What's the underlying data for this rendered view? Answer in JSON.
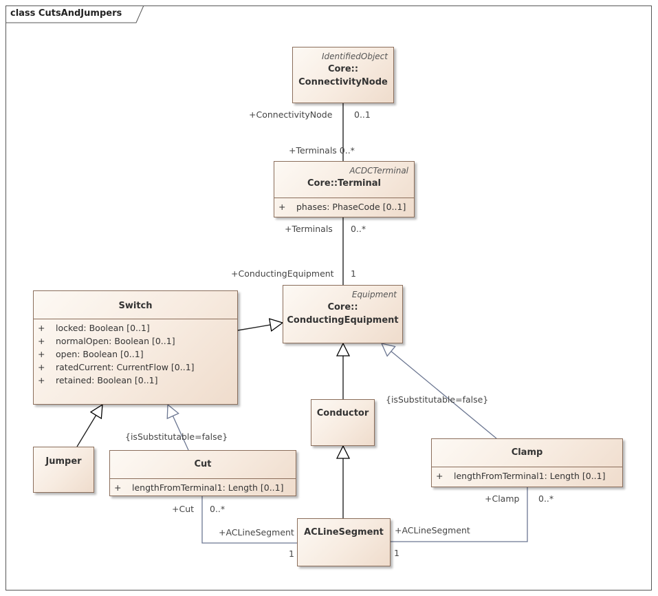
{
  "diagram": {
    "title": "class CutsAndJumpers"
  },
  "classes": {
    "connectivity_node": {
      "stereotype": "IdentifiedObject",
      "name_line1": "Core::",
      "name_line2": "ConnectivityNode"
    },
    "terminal": {
      "stereotype": "ACDCTerminal",
      "name": "Core::Terminal",
      "attributes": [
        {
          "vis": "+",
          "text": "phases: PhaseCode [0..1]"
        }
      ]
    },
    "conducting_equipment": {
      "stereotype": "Equipment",
      "name_line1": "Core::",
      "name_line2": "ConductingEquipment"
    },
    "switch": {
      "name": "Switch",
      "attributes": [
        {
          "vis": "+",
          "text": "locked: Boolean [0..1]"
        },
        {
          "vis": "+",
          "text": "normalOpen: Boolean [0..1]"
        },
        {
          "vis": "+",
          "text": "open: Boolean [0..1]"
        },
        {
          "vis": "+",
          "text": "ratedCurrent: CurrentFlow [0..1]"
        },
        {
          "vis": "+",
          "text": "retained: Boolean [0..1]"
        }
      ]
    },
    "jumper": {
      "name": "Jumper"
    },
    "cut": {
      "name": "Cut",
      "attributes": [
        {
          "vis": "+",
          "text": "lengthFromTerminal1: Length [0..1]"
        }
      ]
    },
    "conductor": {
      "name": "Conductor"
    },
    "clamp": {
      "name": "Clamp",
      "attributes": [
        {
          "vis": "+",
          "text": "lengthFromTerminal1: Length [0..1]"
        }
      ]
    },
    "ac_line_segment": {
      "name": "ACLineSegment"
    }
  },
  "labels": {
    "cn_role": "+ConnectivityNode",
    "cn_mult": "0..1",
    "term_top": "+Terminals 0..*",
    "term_bottom_role": "+Terminals",
    "term_bottom_mult": "0..*",
    "ce_role": "+ConductingEquipment",
    "ce_mult": "1",
    "cut_constraint": "{isSubstitutable=false}",
    "clamp_constraint": "{isSubstitutable=false}",
    "cut_role": "+Cut",
    "cut_mult": "0..*",
    "cut_acls_role": "+ACLineSegment",
    "cut_acls_mult": "1",
    "clamp_role": "+Clamp",
    "clamp_mult": "0..*",
    "clamp_acls_role": "+ACLineSegment",
    "clamp_acls_mult": "1"
  }
}
